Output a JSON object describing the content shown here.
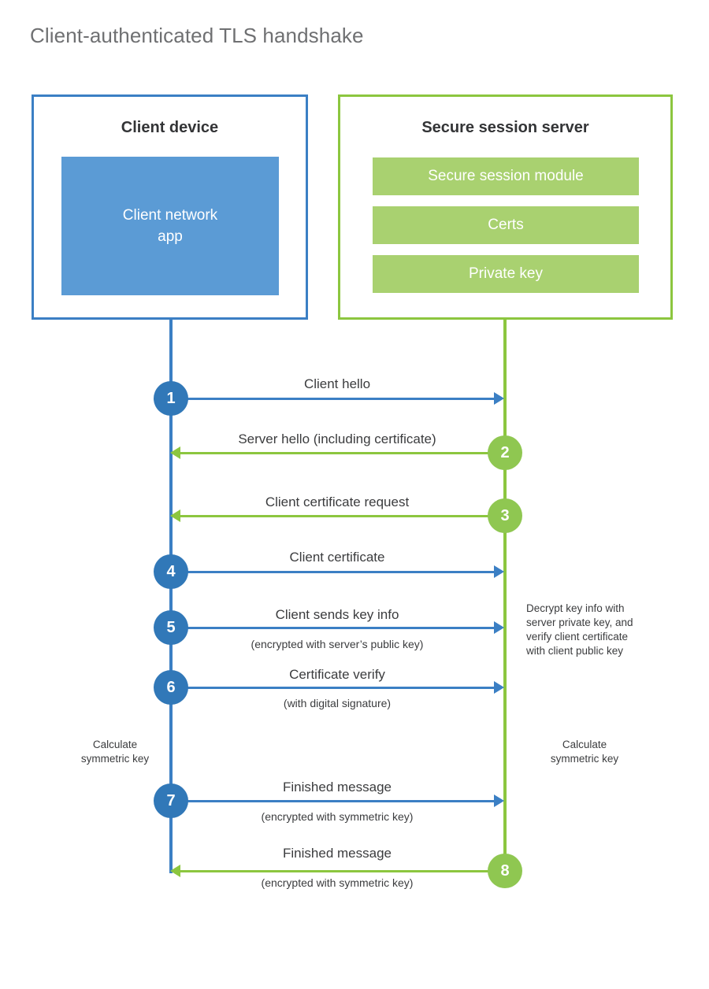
{
  "title": "Client-authenticated TLS handshake",
  "colors": {
    "client_accent": "#3b7fc4",
    "client_fill": "#5b9bd5",
    "client_circle": "#3178b8",
    "server_accent": "#8cc63f",
    "server_fill": "#a9d170",
    "server_circle": "#8fc751",
    "title_text": "#6f7072",
    "body_text": "#3b3c3e"
  },
  "client": {
    "title": "Client device",
    "app_label_line1": "Client network",
    "app_label_line2": "app",
    "calc_note_line1": "Calculate",
    "calc_note_line2": "symmetric key"
  },
  "server": {
    "title": "Secure session server",
    "blocks": [
      {
        "label": "Secure session module"
      },
      {
        "label": "Certs"
      },
      {
        "label": "Private key"
      }
    ],
    "calc_note_line1": "Calculate",
    "calc_note_line2": "symmetric key",
    "decrypt_note_line1": "Decrypt key info with",
    "decrypt_note_line2": "server private key, and",
    "decrypt_note_line3": "verify client certificate",
    "decrypt_note_line4": "with client public key"
  },
  "steps": [
    {
      "number": "1",
      "label": "Client hello",
      "sublabel": "",
      "direction": "right",
      "color": "blue"
    },
    {
      "number": "2",
      "label": "Server hello (including certificate)",
      "sublabel": "",
      "direction": "left",
      "color": "green"
    },
    {
      "number": "3",
      "label": "Client certificate request",
      "sublabel": "",
      "direction": "left",
      "color": "green"
    },
    {
      "number": "4",
      "label": "Client certificate",
      "sublabel": "",
      "direction": "right",
      "color": "blue"
    },
    {
      "number": "5",
      "label": "Client sends key info",
      "sublabel": "(encrypted with server’s public key)",
      "direction": "right",
      "color": "blue"
    },
    {
      "number": "6",
      "label": "Certificate verify",
      "sublabel": "(with digital signature)",
      "direction": "right",
      "color": "blue"
    },
    {
      "number": "7",
      "label": "Finished message",
      "sublabel": "(encrypted with symmetric key)",
      "direction": "right",
      "color": "blue"
    },
    {
      "number": "8",
      "label": "Finished message",
      "sublabel": "(encrypted with symmetric key)",
      "direction": "left",
      "color": "green"
    }
  ]
}
